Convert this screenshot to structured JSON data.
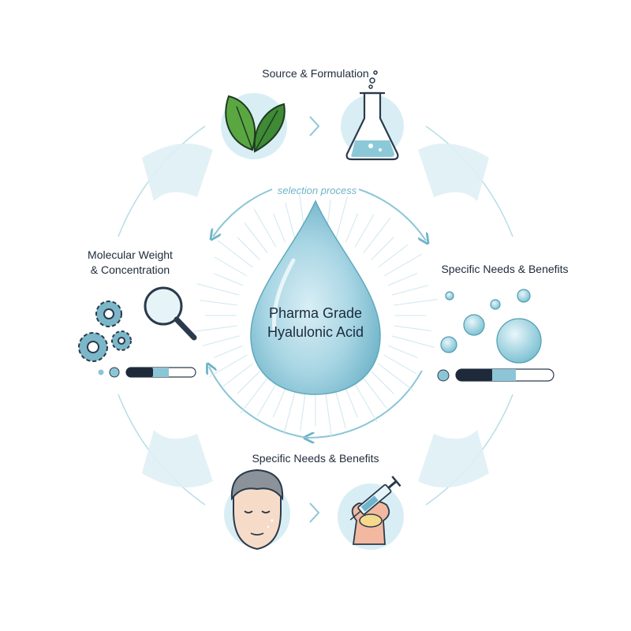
{
  "center": {
    "line1": "Pharma Grade",
    "line2": "Hyalulonic Acid"
  },
  "cycle_label": "selection process",
  "sections": {
    "top": {
      "title": "Source & Formulation",
      "icons": [
        "leaf-icon",
        "flask-icon"
      ]
    },
    "left": {
      "title_line1": "Molecular Weight",
      "title_line2": "& Concentration",
      "icons": [
        "gears-icon",
        "magnifier-icon",
        "slider-icon"
      ]
    },
    "right": {
      "title": "Specific Needs & Benefits",
      "icons": [
        "bubbles-icon",
        "slider-icon"
      ]
    },
    "bottom": {
      "title": "Specific Needs & Benefits",
      "icons": [
        "face-icon",
        "joint-syringe-icon"
      ]
    }
  },
  "colors": {
    "accent": "#4fa8bd",
    "light_accent": "#d8eef4",
    "drop": "#8cc4d6",
    "dark": "#1e2a3a",
    "green": "#4e9a3a"
  }
}
